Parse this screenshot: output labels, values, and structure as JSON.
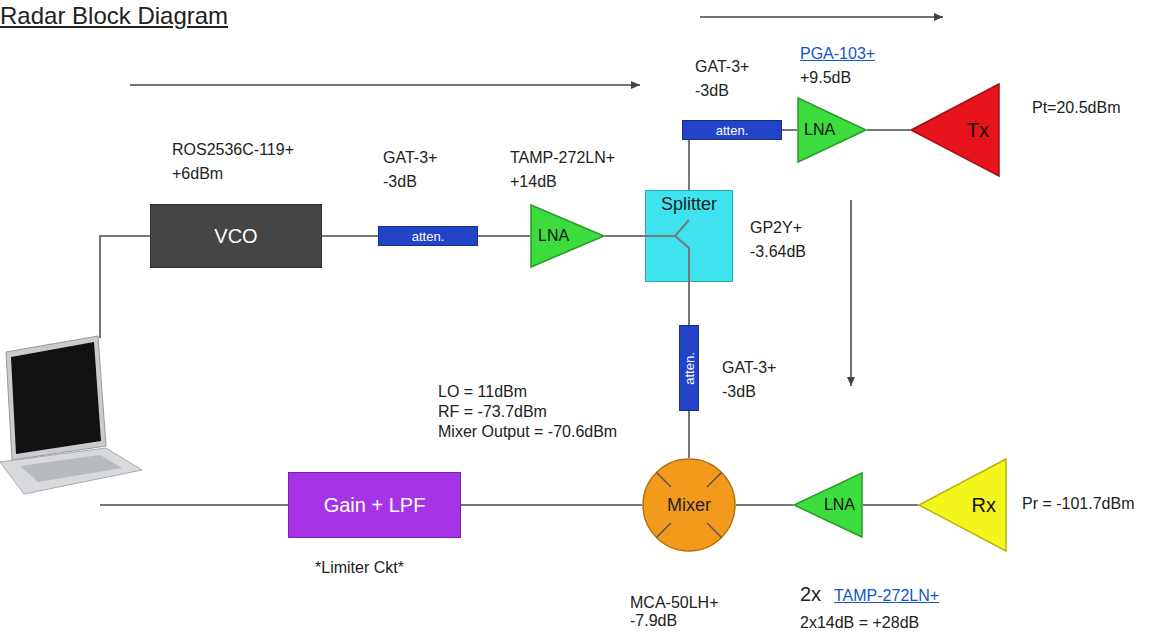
{
  "diagram": {
    "title": "Radar Block Diagram",
    "nodes": [
      {
        "text": [
          "VCO"
        ]
      },
      {
        "text": [
          "atten."
        ]
      },
      {
        "text": [
          "LNA"
        ]
      },
      {
        "text": [
          "Splitter"
        ]
      },
      {
        "text": [
          "atten."
        ]
      },
      {
        "text": [
          "LNA"
        ]
      },
      {
        "text": [
          "Tx"
        ]
      },
      {
        "text": [
          "atten."
        ]
      },
      {
        "text": [
          "Mixer"
        ]
      },
      {
        "text": [
          "LNA"
        ]
      },
      {
        "text": [
          "Rx"
        ]
      },
      {
        "text": [
          "Gain + LPF"
        ]
      }
    ],
    "edges": [
      {
        "from": 0,
        "to": 1,
        "arrow": "none"
      },
      {
        "from": 1,
        "to": 2,
        "arrow": "none"
      },
      {
        "from": 2,
        "to": 3,
        "arrow": "none"
      },
      {
        "from": 3,
        "to": 4,
        "arrow": "none"
      },
      {
        "from": 4,
        "to": 5,
        "arrow": "none"
      },
      {
        "from": 5,
        "to": 6,
        "arrow": "none"
      },
      {
        "from": 3,
        "to": 7,
        "arrow": "none"
      },
      {
        "from": 7,
        "to": 8,
        "arrow": "none"
      },
      {
        "from": 10,
        "to": 9,
        "arrow": "none"
      },
      {
        "from": 9,
        "to": 8,
        "arrow": "none"
      },
      {
        "from": 8,
        "to": 11,
        "arrow": "none"
      }
    ],
    "labels": [
      "ROS2536C-119+ +6dBm",
      "GAT-3+ -3dB",
      "TAMP-272LN+ +14dB",
      "GAT-3+ -3dB",
      "PGA-103+",
      "+9.5dB",
      "Pt=20.5dBm",
      "GP2Y+ -3.64dB",
      "GAT-3+ -3dB",
      "LO = 11dBm",
      "RF = -73.7dBm",
      "Mixer Output = -70.6dBm",
      "Pr = -101.7dBm",
      "*Limiter Ckt*",
      "MCA-50LH+ -7.9dB",
      "2x",
      "TAMP-272LN+",
      "2x14dB = +28dB"
    ]
  }
}
